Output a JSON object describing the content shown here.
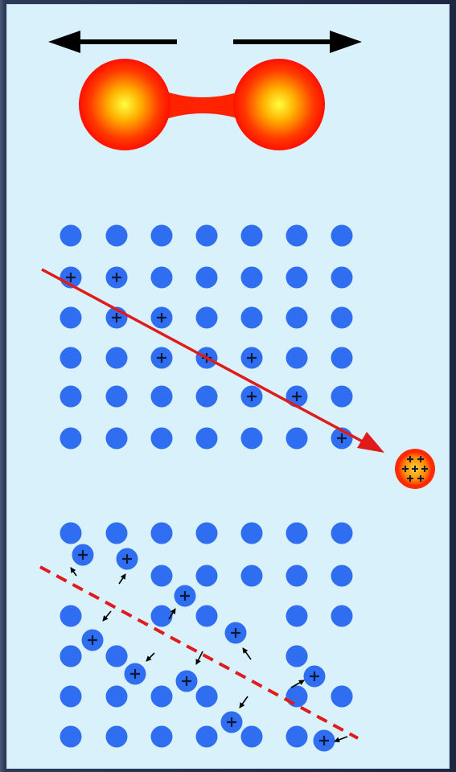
{
  "diagram": {
    "colors": {
      "panel": "#d9f1fb",
      "ion": "#2f6ef0",
      "charge": "#0b1a3a",
      "fission_arrow": "#e01b1b",
      "damage_line": "#e01b1b",
      "push_arrow": "#000000",
      "nucleus_outer": "#ff1a00",
      "nucleus_inner": "#ffff33"
    },
    "panels": [
      {
        "id": "fission",
        "icon": "splitting-nucleus-icon"
      },
      {
        "id": "ion-path",
        "icon": "ion-track-icon"
      },
      {
        "id": "displaced-lattice",
        "icon": "lattice-damage-icon"
      }
    ]
  }
}
